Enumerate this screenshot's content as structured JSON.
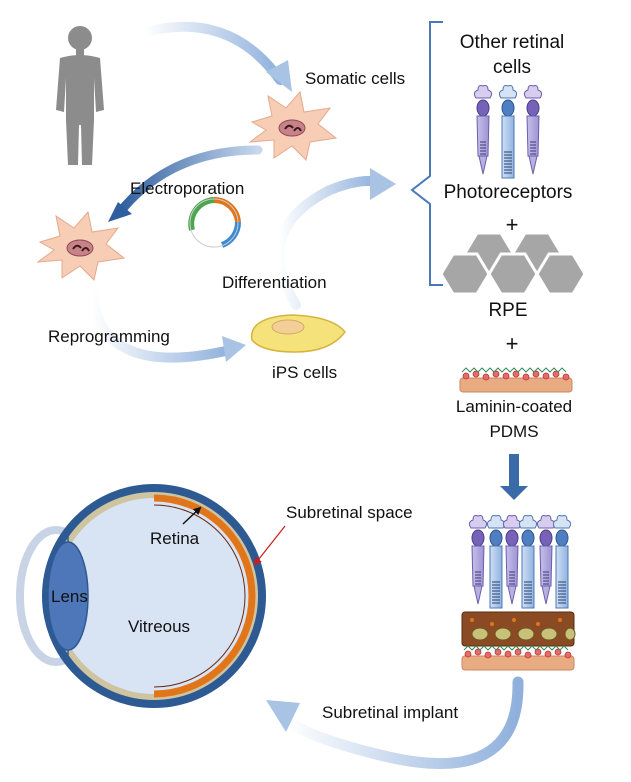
{
  "labels": {
    "somatic_cells": "Somatic cells",
    "electroporation": "Electroporation",
    "reprogramming": "Reprogramming",
    "differentiation": "Differentiation",
    "ips_cells": "iPS cells",
    "other_retinal_cells_line1": "Other retinal",
    "other_retinal_cells_line2": "cells",
    "photoreceptors": "Photoreceptors",
    "plus_1": "+",
    "rpe": "RPE",
    "plus_2": "+",
    "laminin_line1": "Laminin-coated",
    "laminin_line2": "PDMS",
    "subretinal_space": "Subretinal space",
    "retina": "Retina",
    "lens": "Lens",
    "vitreous": "Vitreous",
    "subretinal_implant": "Subretinal implant"
  },
  "colors": {
    "arrow_blue": "#a9c3e4",
    "arrow_dark": "#3b6aa8",
    "cell_fill": "#f7cdb5",
    "nucleus": "#c9828a",
    "ips_fill": "#f6e27a",
    "hexagon": "#a6a6a6",
    "eye_outer": "#2e5a94",
    "eye_inner": "#d8e3f4",
    "retina_orange": "#e07519",
    "sclera_tan": "#cfc4a0",
    "lens_blue": "#4d77b8",
    "pdms": "#e8ab82",
    "body_gray": "#8c8c8c"
  }
}
